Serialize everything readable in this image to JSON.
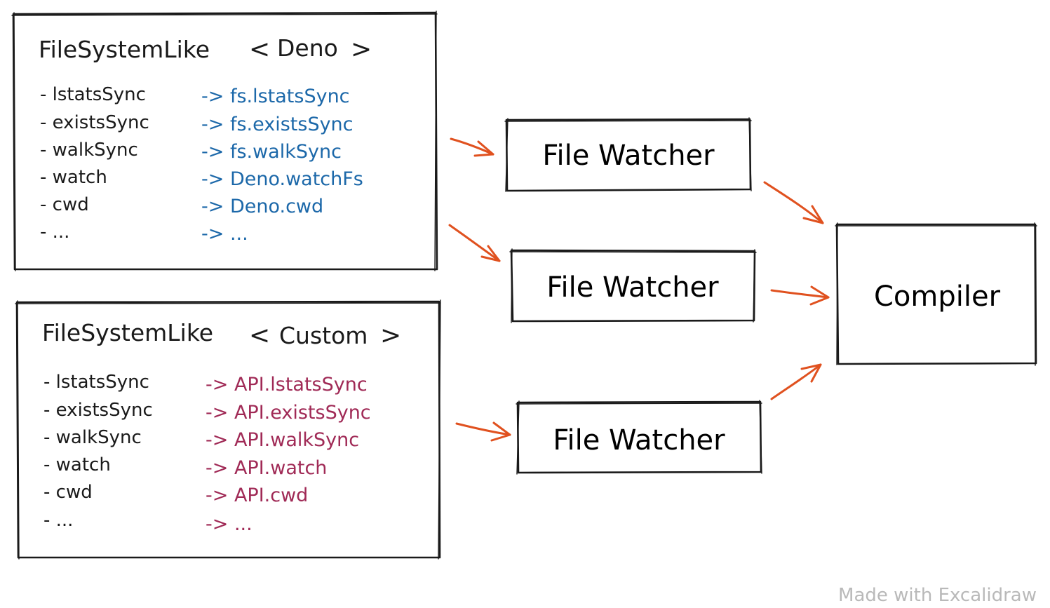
{
  "colors": {
    "deno": "#1c68a9",
    "custom": "#a02a56",
    "arrow": "#e0511f",
    "ink": "#1a1a1a",
    "watermark": "#b9b9b9"
  },
  "panels": [
    {
      "title": "FileSystemLike",
      "open_bracket": "<",
      "variant": "Deno",
      "close_bracket": ">",
      "color_key": "deno",
      "items": [
        "- lstatsSync",
        "- existsSync",
        "- walkSync",
        "- watch",
        "- cwd",
        "- ..."
      ],
      "mappings": [
        "-> fs.lstatsSync",
        "-> fs.existsSync",
        "-> fs.walkSync",
        "-> Deno.watchFs",
        "-> Deno.cwd",
        "-> ..."
      ]
    },
    {
      "title": "FileSystemLike",
      "open_bracket": "<",
      "variant": "Custom",
      "close_bracket": ">",
      "color_key": "custom",
      "items": [
        "- lstatsSync",
        "- existsSync",
        "- walkSync",
        "- watch",
        "- cwd",
        "- ..."
      ],
      "mappings": [
        "-> API.lstatsSync",
        "-> API.existsSync",
        "-> API.walkSync",
        "-> API.watch",
        "-> API.cwd",
        "-> ..."
      ]
    }
  ],
  "watchers": [
    "File Watcher",
    "File Watcher",
    "File Watcher"
  ],
  "compiler": "Compiler",
  "watermark": "Made with Excalidraw"
}
